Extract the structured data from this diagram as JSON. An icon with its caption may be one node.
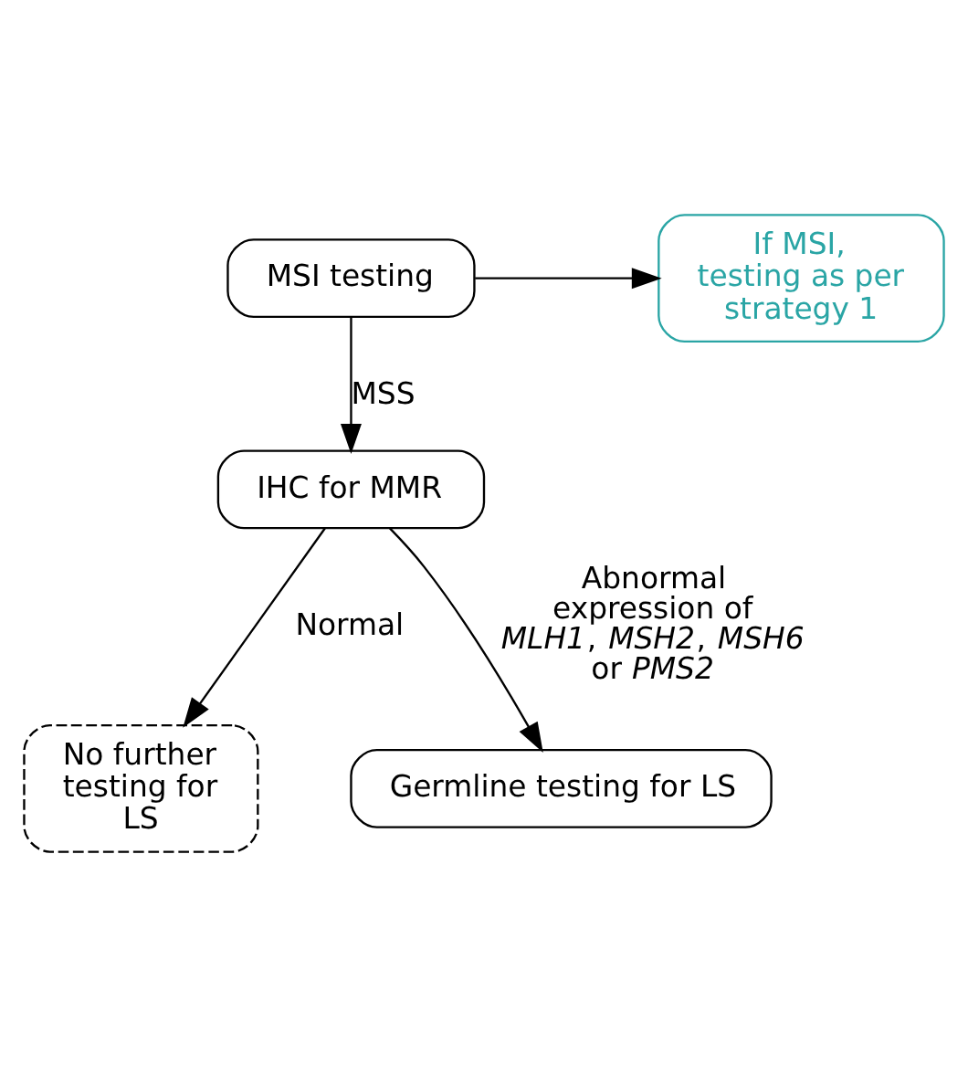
{
  "diagram": {
    "nodes": [
      {
        "text": [
          "MSI testing"
        ]
      },
      {
        "text": [
          "If MSI, testing as per strategy 1"
        ]
      },
      {
        "text": [
          "IHC for MMR"
        ]
      },
      {
        "text": [
          "No further testing for LS"
        ]
      },
      {
        "text": [
          "Germline testing for LS"
        ]
      }
    ],
    "edges": [
      {
        "from": 0,
        "to": 1,
        "arrow": "to"
      },
      {
        "from": 0,
        "to": 2,
        "arrow": "to",
        "label": "MSS"
      },
      {
        "from": 2,
        "to": 3,
        "arrow": "to",
        "label": "Normal"
      },
      {
        "from": 2,
        "to": 4,
        "arrow": "to",
        "label": "Abnormal expression of *MLH1*, *MSH2*, *MSH6* or *PMS2*"
      }
    ]
  }
}
